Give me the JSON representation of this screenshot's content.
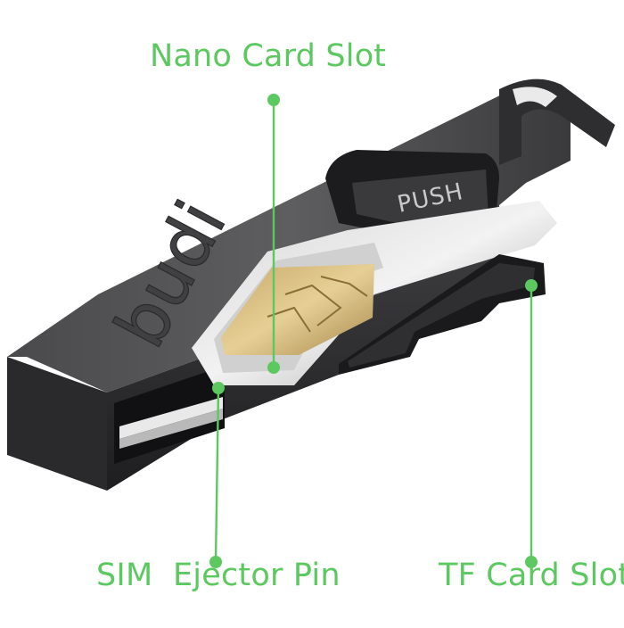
{
  "accent_color": "#5cc860",
  "callouts": {
    "nano": "Nano Card Slot",
    "sim": "SIM  Ejector Pin",
    "tf": "TF Card Slot"
  },
  "device": {
    "brand_embossed": "budi",
    "push_label": "PUSH"
  }
}
